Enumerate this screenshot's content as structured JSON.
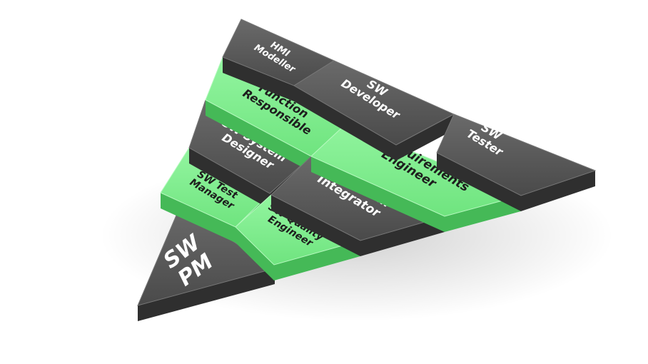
{
  "tiles": [
    {
      "id": "sw-pm",
      "lines": [
        "SW",
        "PM"
      ],
      "style": "dark"
    },
    {
      "id": "sw-test-manager",
      "lines": [
        "SW Test",
        "Manager"
      ],
      "style": "green"
    },
    {
      "id": "sw-system-designer",
      "lines": [
        "SW System",
        "Designer"
      ],
      "style": "dark"
    },
    {
      "id": "function-responsible",
      "lines": [
        "Function",
        "Responsible"
      ],
      "style": "green"
    },
    {
      "id": "hmi-modeller",
      "lines": [
        "HMI",
        "Modeller"
      ],
      "style": "dark"
    },
    {
      "id": "sw-quality-engineer",
      "lines": [
        "SW Quality",
        "Engineer"
      ],
      "style": "green"
    },
    {
      "id": "sw-system-integrator",
      "lines": [
        "SW System",
        "Integrator"
      ],
      "style": "dark"
    },
    {
      "id": "sw-requirements-engineer",
      "lines": [
        "SW Requirements",
        "Engineer"
      ],
      "style": "green"
    },
    {
      "id": "sw-developer",
      "lines": [
        "SW",
        "Developer"
      ],
      "style": "dark"
    },
    {
      "id": "sw-tester",
      "lines": [
        "SW",
        "Tester"
      ],
      "style": "dark"
    }
  ],
  "colors": {
    "dark_top": "#5b5b5b",
    "dark_side": "#2f2f2f",
    "green_top": "#7ff08e",
    "green_side": "#45b957",
    "background": "#ffffff"
  }
}
